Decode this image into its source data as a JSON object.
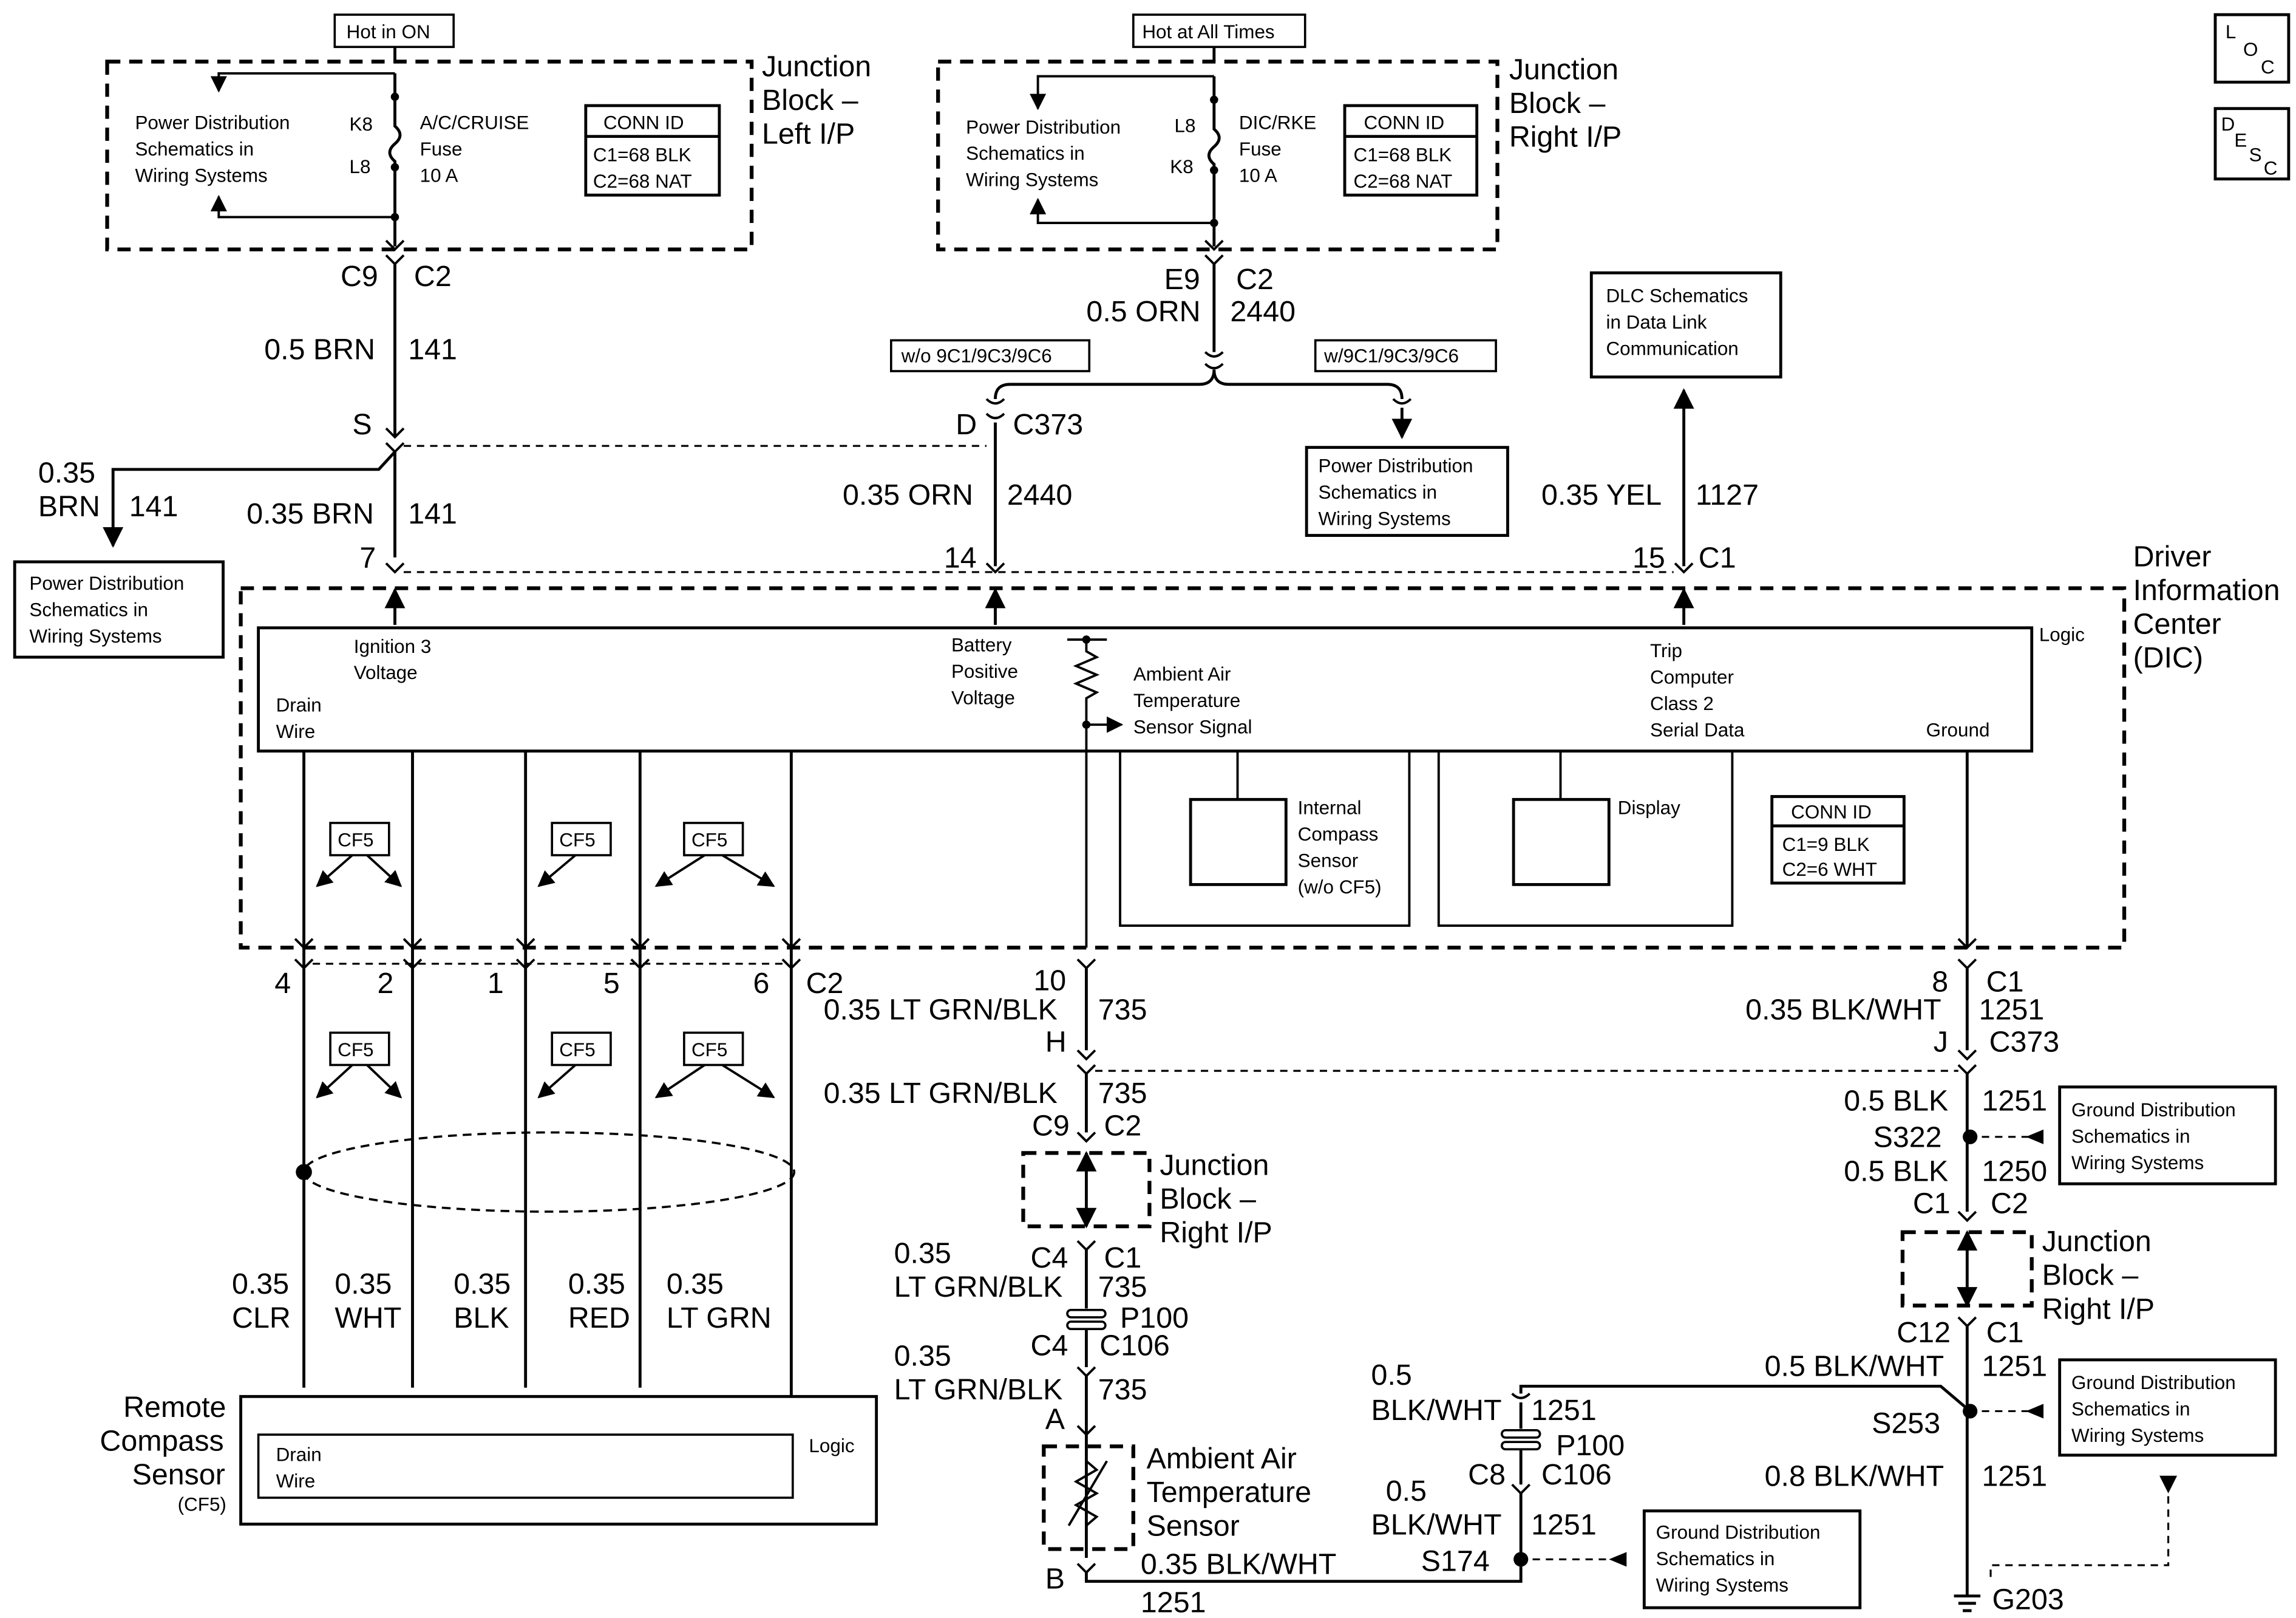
{
  "diagram": {
    "corner_icons": {
      "loc": [
        "L",
        "O",
        "C"
      ],
      "desc": [
        "D",
        "E",
        "S",
        "C"
      ]
    },
    "junction_left": {
      "power_label": "Hot in ON",
      "title": [
        "Junction",
        "Block –",
        "Left I/P"
      ],
      "ref_text": [
        "Power Distribution",
        "Schematics in",
        "Wiring Systems"
      ],
      "pin_top": "K8",
      "pin_bottom": "L8",
      "fuse": [
        "A/C/CRUISE",
        "Fuse",
        "10 A"
      ],
      "conn_header": "CONN ID",
      "conn_rows": [
        "C1=68 BLK",
        "C2=68 NAT"
      ],
      "out_conn": "C9",
      "out_conn2": "C2"
    },
    "junction_right": {
      "power_label": "Hot at All Times",
      "title": [
        "Junction",
        "Block –",
        "Right I/P"
      ],
      "ref_text": [
        "Power Distribution",
        "Schematics in",
        "Wiring Systems"
      ],
      "pin_top": "L8",
      "pin_bottom": "K8",
      "fuse": [
        "DIC/RKE",
        "Fuse",
        "10 A"
      ],
      "conn_header": "CONN ID",
      "conn_rows": [
        "C1=68 BLK",
        "C2=68 NAT"
      ],
      "out_conn": "E9",
      "out_conn2": "C2"
    },
    "wires_upper": {
      "brn_gauge": "0.5 BRN",
      "brn_circuit": "141",
      "splice": "S",
      "branch_gauge": [
        "0.35",
        "BRN"
      ],
      "branch_circuit": "141",
      "pd_left": [
        "Power Distribution",
        "Schematics in",
        "Wiring Systems"
      ],
      "brn2_gauge": "0.35 BRN",
      "brn2_circuit": "141",
      "pin7": "7",
      "orn_gauge": "0.5 ORN",
      "orn_circuit": "2440",
      "option_without": "w/o 9C1/9C3/9C6",
      "option_with": "w/9C1/9C3/9C6",
      "c373_pin": "D",
      "c373": "C373",
      "pd_mid": [
        "Power Distribution",
        "Schematics in",
        "Wiring Systems"
      ],
      "orn2_gauge": "0.35 ORN",
      "orn2_circuit": "2440",
      "pin14": "14",
      "dlc": [
        "DLC Schematics",
        "in Data Link",
        "Communication"
      ],
      "yel_gauge": "0.35 YEL",
      "yel_circuit": "1127",
      "pin15": "15",
      "c1": "C1"
    },
    "dic": {
      "title": [
        "Driver",
        "Information",
        "Center",
        "(DIC)"
      ],
      "logic": "Logic",
      "ign": [
        "Ignition 3",
        "Voltage"
      ],
      "drain": [
        "Drain",
        "Wire"
      ],
      "batt": [
        "Battery",
        "Positive",
        "Voltage"
      ],
      "ambient": [
        "Ambient Air",
        "Temperature",
        "Sensor Signal"
      ],
      "trip": [
        "Trip",
        "Computer",
        "Class 2",
        "Serial Data"
      ],
      "ground": "Ground",
      "compass": [
        "Internal",
        "Compass",
        "Sensor",
        "(w/o CF5)"
      ],
      "display": "Display",
      "conn_header": "CONN ID",
      "conn_rows": [
        "C1=9 BLK",
        "C2=6 WHT"
      ],
      "cf5": "CF5"
    },
    "wires_lower": {
      "pins": [
        "4",
        "2",
        "1",
        "5",
        "6"
      ],
      "c2": "C2",
      "gauges": [
        "0.35",
        "0.35",
        "0.35",
        "0.35",
        "0.35"
      ],
      "colors": [
        "CLR",
        "WHT",
        "BLK",
        "RED",
        "LT GRN"
      ],
      "remote": [
        "Remote",
        "Compass",
        "Sensor"
      ],
      "remote_cf5": "(CF5)",
      "remote_logic": "Logic",
      "remote_drain": [
        "Drain",
        "Wire"
      ]
    },
    "ambient_circuit": {
      "pin10": "10",
      "g1": "0.35 LT GRN/BLK",
      "c1": "735",
      "h": "H",
      "g2": "0.35 LT GRN/BLK",
      "c2": "735",
      "conn_a": "C9",
      "conn_b": "C2",
      "jb": [
        "Junction",
        "Block –",
        "Right I/P"
      ],
      "g3": [
        "0.35",
        "LT GRN/BLK"
      ],
      "c3a": "C4",
      "c3b": "C1",
      "c3": "735",
      "p100": "P100",
      "c4a": "C4",
      "c106": "C106",
      "g4": [
        "0.35",
        "LT GRN/BLK"
      ],
      "c4": "735",
      "pin_a": "A",
      "sensor": [
        "Ambient Air",
        "Temperature",
        "Sensor"
      ],
      "pin_b": "B",
      "g5": "0.35 BLK/WHT",
      "c5": "1251"
    },
    "ground_circuit": {
      "pin8": "8",
      "c1": "C1",
      "g1": "0.35 BLK/WHT",
      "circ1": "1251",
      "j": "J",
      "c373": "C373",
      "g2": "0.5 BLK",
      "circ2": "1251",
      "s322": "S322",
      "gd1": [
        "Ground Distribution",
        "Schematics in",
        "Wiring Systems"
      ],
      "g3": "0.5 BLK",
      "circ3": "1250",
      "c1b": "C1",
      "c2b": "C2",
      "jb": [
        "Junction",
        "Block –",
        "Right I/P"
      ],
      "c12": "C12",
      "c1c": "C1",
      "g4": "0.5 BLK/WHT",
      "circ4": "1251",
      "gd2": [
        "Ground Distribution",
        "Schematics in",
        "Wiring Systems"
      ],
      "s253": "S253",
      "g5": "0.8 BLK/WHT",
      "circ5": "1251",
      "g203": "G203",
      "p_g1": [
        "0.5",
        "BLK/WHT"
      ],
      "p_c1": "1251",
      "p100": "P100",
      "c8": "C8",
      "c106": "C106",
      "p_g2": [
        "0.5",
        "BLK/WHT"
      ],
      "p_c2": "1251",
      "s174": "S174",
      "gd3": [
        "Ground Distribution",
        "Schematics in",
        "Wiring Systems"
      ]
    }
  }
}
